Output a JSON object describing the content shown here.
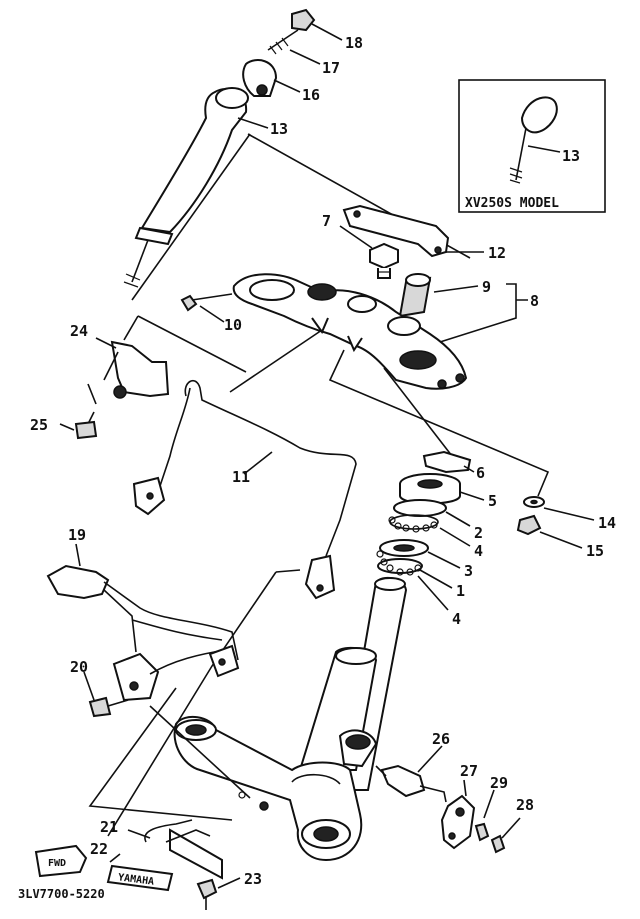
{
  "diagram": {
    "inset_title": "XV250S MODEL",
    "document_number": "3LV7700-5220",
    "fwd_plate_text": "FWD",
    "brand_plate_text": "YAMAHA",
    "callouts": {
      "c1": "1",
      "c2": "2",
      "c3": "3",
      "c4a": "4",
      "c4b": "4",
      "c5": "5",
      "c6": "6",
      "c7": "7",
      "c8": "8",
      "c9": "9",
      "c10": "10",
      "c11": "11",
      "c12": "12",
      "c13a": "13",
      "c13b": "13",
      "c14": "14",
      "c15": "15",
      "c16": "16",
      "c17": "17",
      "c18": "18",
      "c19": "19",
      "c20": "20",
      "c21": "21",
      "c22": "22",
      "c23": "23",
      "c24": "24",
      "c25": "25",
      "c26": "26",
      "c27": "27",
      "c28": "28",
      "c29": "29"
    }
  }
}
